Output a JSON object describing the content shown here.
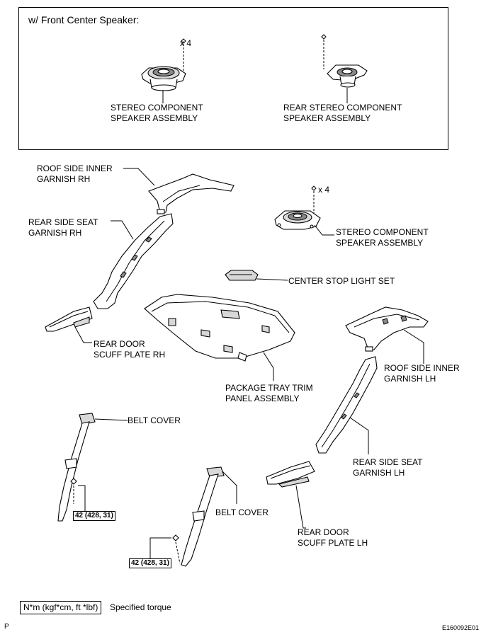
{
  "header": {
    "title": "w/ Front Center Speaker:"
  },
  "labels": {
    "qty_front": "x 4",
    "qty_rear_deck": "x 4",
    "stereo_front": "STEREO COMPONENT\nSPEAKER ASSEMBLY",
    "rear_stereo": "REAR STEREO COMPONENT\nSPEAKER ASSEMBLY",
    "roof_rh": "ROOF SIDE INNER\nGARNISH RH",
    "rear_seat_rh": "REAR SIDE SEAT\nGARNISH RH",
    "stereo_deck": "STEREO COMPONENT\nSPEAKER ASSEMBLY",
    "center_stop": "CENTER STOP LIGHT SET",
    "scuff_rh": "REAR DOOR\nSCUFF PLATE RH",
    "roof_lh": "ROOF SIDE INNER\nGARNISH LH",
    "package_tray": "PACKAGE TRAY TRIM\nPANEL ASSEMBLY",
    "belt_cover_1": "BELT COVER",
    "belt_cover_2": "BELT COVER",
    "rear_seat_lh": "REAR SIDE SEAT\nGARNISH LH",
    "scuff_lh": "REAR DOOR\nSCUFF PLATE LH"
  },
  "torque": {
    "spec_1": "42 (428, 31)",
    "spec_2": "42 (428, 31)"
  },
  "legend": {
    "unit": "N*m (kgf*cm, ft *lbf)",
    "desc": "Specified torque"
  },
  "footer": {
    "left_mark": "P",
    "figure_id": "E160092E01"
  }
}
